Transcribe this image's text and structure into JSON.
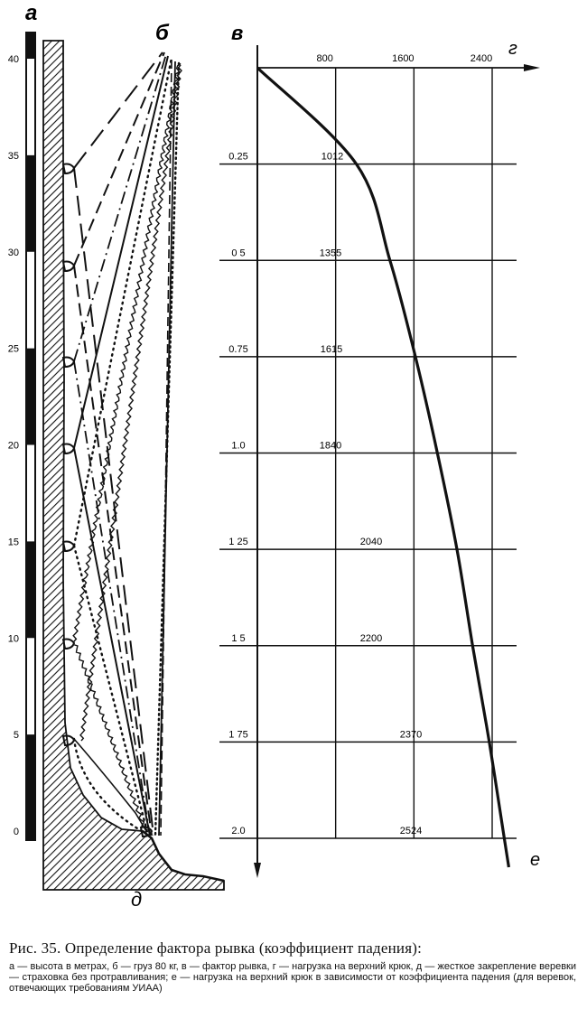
{
  "letters": {
    "a": "а",
    "b": "б",
    "v": "в",
    "g": "г",
    "d": "д",
    "e": "е"
  },
  "height_scale": {
    "ticks": [
      "40",
      "35",
      "30",
      "25",
      "20",
      "15",
      "10",
      "5",
      "0"
    ]
  },
  "chart_data": {
    "type": "line",
    "x_ticks": [
      "800",
      "1600",
      "2400"
    ],
    "x_values": [
      800,
      1600,
      2400
    ],
    "xlim": [
      0,
      2800
    ],
    "y_ticks": [
      "0.25",
      "0.5",
      "0.75",
      "1.0",
      "1.25",
      "1.5",
      "1.75",
      "2.0"
    ],
    "y_tick_labels": [
      "0.25",
      "0 5",
      "0.75",
      "1.0",
      "1 25",
      "1 5",
      "1 75",
      "2.0"
    ],
    "ylim": [
      0,
      2.1
    ],
    "series": [
      {
        "points": [
          {
            "x": 0,
            "y": 0
          },
          {
            "x": 1012,
            "y": 0.25
          },
          {
            "x": 1355,
            "y": 0.5
          },
          {
            "x": 1615,
            "y": 0.75
          },
          {
            "x": 1840,
            "y": 1.0
          },
          {
            "x": 2040,
            "y": 1.25
          },
          {
            "x": 2200,
            "y": 1.5
          },
          {
            "x": 2370,
            "y": 1.75
          },
          {
            "x": 2524,
            "y": 2.0
          }
        ],
        "labels": [
          "1012",
          "1355",
          "1615",
          "1840",
          "2040",
          "2200",
          "2370",
          "2524"
        ]
      }
    ]
  },
  "caption": {
    "title": "Рис. 35. Определение фактора рывка (коэффициент падения):",
    "text": "а — высота в метрах, б — груз 80 кг, в — фактор рывка, г — нагрузка на верхний крюк, д — жесткое закрепление веревки — страховка без протравливания; е — нагрузка на верхний крюк в зависимости от коэффициента падения (для веревок, отвечающих требованиям УИАА)"
  }
}
